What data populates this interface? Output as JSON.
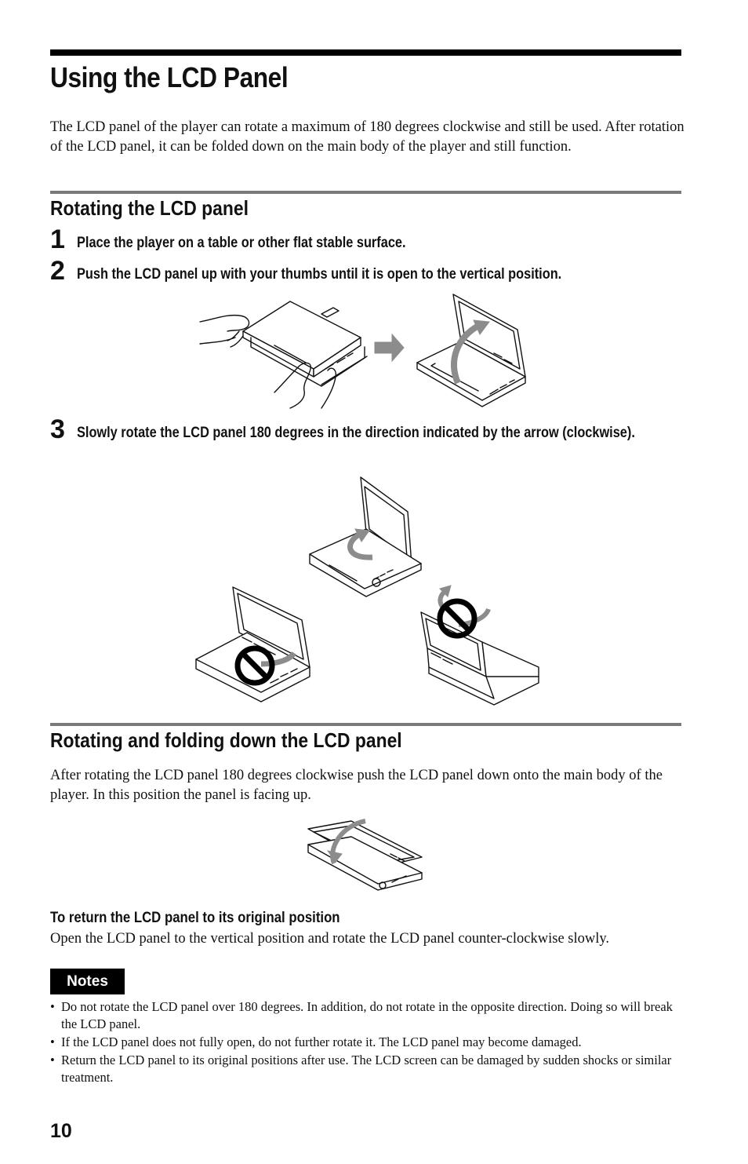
{
  "page": {
    "title": "Using the LCD Panel",
    "intro": "The LCD panel of the player can rotate a maximum of 180 degrees clockwise and still be used. After rotation of the LCD panel, it can be folded down on the main body of the player and still function.",
    "page_number": "10"
  },
  "section1": {
    "heading": "Rotating the LCD panel",
    "steps": [
      {
        "number": "1",
        "text": "Place the player on a table or other flat stable surface."
      },
      {
        "number": "2",
        "text": "Push the LCD panel up with your thumbs until it is open to the vertical position."
      },
      {
        "number": "3",
        "text": "Slowly rotate the LCD panel 180 degrees in the direction indicated by the arrow (clockwise)."
      }
    ]
  },
  "section2": {
    "heading": "Rotating and folding down the LCD panel",
    "body": "After rotating the LCD panel 180 degrees clockwise push the LCD panel down onto the main body of the player. In this position the panel is facing up.",
    "subheading": "To return the LCD panel to its original position",
    "subbody": "Open the LCD panel to the vertical position and rotate the LCD panel counter-clockwise slowly."
  },
  "notes": {
    "label": "Notes",
    "items": [
      "Do not rotate the LCD panel over 180 degrees. In addition, do not rotate in the opposite direction. Doing so will break the LCD panel.",
      "If the LCD panel does not fully open, do not further rotate it. The LCD panel may become damaged.",
      "Return the LCD panel to its original positions after use. The LCD screen can be damaged by sudden shocks or similar treatment."
    ]
  }
}
